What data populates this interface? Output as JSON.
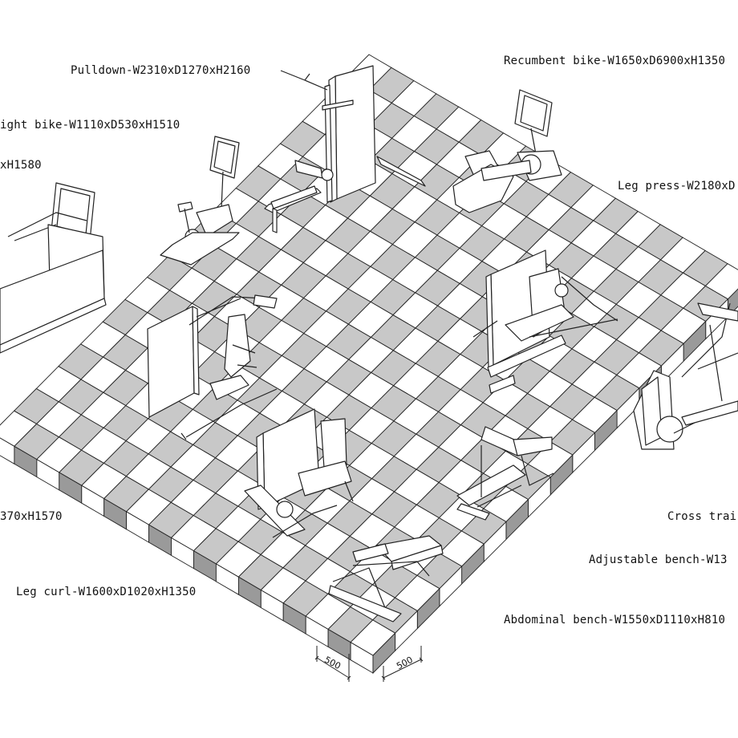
{
  "labels": {
    "pulldown": "Pulldown-W2310xD1270xH2160",
    "recumbent_bike": "Recumbent bike-W1650xD6900xH1350",
    "upright_bike": "ight bike-W1110xD530xH1510",
    "treadmill": "xH1580",
    "leg_press": "Leg press-W2180xD",
    "chest_press": "370xH1570",
    "cross_trainer": "Cross trai",
    "adjustable_bench": "Adjustable bench-W13",
    "leg_curl": "Leg curl-W1600xD1020xH1350",
    "abdominal_bench": "Abdominal bench-W1550xD1110xH810"
  },
  "dimensions": {
    "tile_left": "500",
    "tile_right": "500"
  },
  "colors": {
    "line": "#222222",
    "tile_dark": "#c8c8c8",
    "tile_light": "#ffffff",
    "floor_edge": "#9a9a9a"
  }
}
